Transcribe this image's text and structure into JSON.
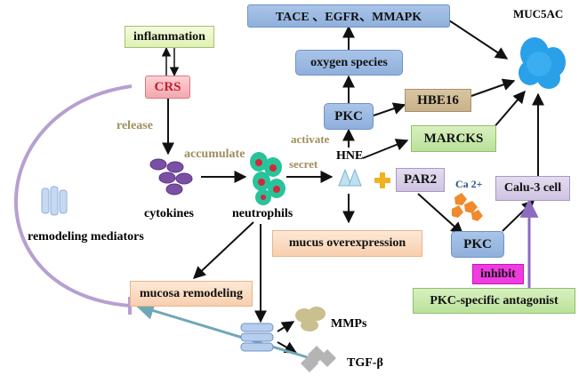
{
  "nodes": {
    "tace": "TACE 、EGFR、MMAPK",
    "muc5ac": "MUC5AC",
    "inflammation": "inflammation",
    "oxygen_species": "oxygen species",
    "crs": "CRS",
    "pkc_top": "PKC",
    "hbe16": "HBE16",
    "release": "release",
    "activate": "activate",
    "marcks": "MARCKS",
    "accumulate": "accumulate",
    "secret": "secret",
    "hne": "HNE",
    "par2": "PAR2",
    "ca": "Ca 2+",
    "calu3": "Calu-3 cell",
    "cytokines": "cytokines",
    "neutrophils": "neutrophils",
    "remodeling_mediators": "remodeling mediators",
    "mucus_overexpression": "mucus overexpression",
    "pkc_bottom": "PKC",
    "inhibit": "inhibit",
    "mucosa_remodeling": "mucosa remodeling",
    "pkc_antagonist": "PKC-specific antagonist",
    "mmps": "MMPs",
    "tgf": "TGF-β"
  },
  "colors": {
    "blue_box": "#8fb0dc",
    "crs_text": "#c02030",
    "label_olive": "#a08e5c",
    "remodeling_arc": "#b79fcf",
    "tgf_arrow": "#6fa7b8",
    "inhibit_box": "#ef3be0",
    "cell_icon": "#2aa0e8"
  }
}
